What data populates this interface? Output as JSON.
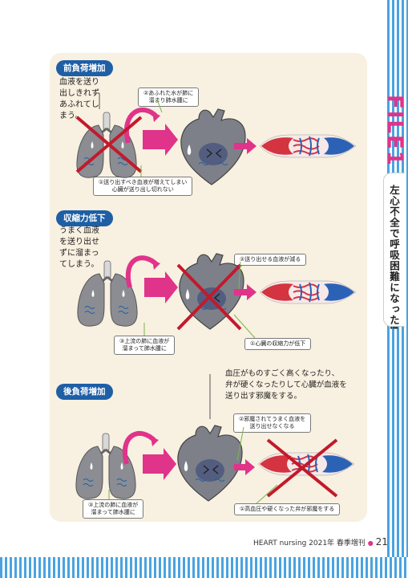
{
  "side": {
    "file_label": "FILE1",
    "tab_text": "左心不全で呼吸困難になった!"
  },
  "sections": [
    {
      "title": "前負荷増加",
      "note": [
        "血液を送り",
        "出しきれず",
        "あふれてし",
        "まう。"
      ],
      "callouts": [
        [
          "②あふれた水が肺に",
          "溜まり肺水腫に"
        ],
        [
          "①送り出すべき血液が増えてしまい",
          "心臓が送り出し切れない"
        ]
      ]
    },
    {
      "title": "収縮力低下",
      "note": [
        "うまく血液",
        "を送り出せ",
        "ずに溜まっ",
        "てしまう。"
      ],
      "callouts": [
        [
          "②送り出せる血液が減る"
        ],
        [
          "③上流の肺に血液が",
          "溜まって肺水腫に"
        ],
        [
          "①心臓の収縮力が低下"
        ]
      ]
    },
    {
      "title": "後負荷増加",
      "note": [
        "血圧がものすごく高くなったり、",
        "弁が硬くなったりして心臓が血液を",
        "送り出す邪魔をする。"
      ],
      "callouts": [
        [
          "②邪魔されてうまく血液を",
          "送り出せなくなる"
        ],
        [
          "③上流の肺に血液が",
          "溜まって肺水腫に"
        ],
        [
          "①高血圧や硬くなった弁が邪魔をする"
        ]
      ]
    }
  ],
  "footer": {
    "journal": "HEART nursing 2021年 春季増刊",
    "bullet": "●",
    "page": "21"
  },
  "colors": {
    "accent_pink": "#e0338a",
    "navy": "#1e5fa6",
    "cross_red": "#c21a2c",
    "panel": "#f8f0e0",
    "stripe": "#4aa3e0"
  }
}
